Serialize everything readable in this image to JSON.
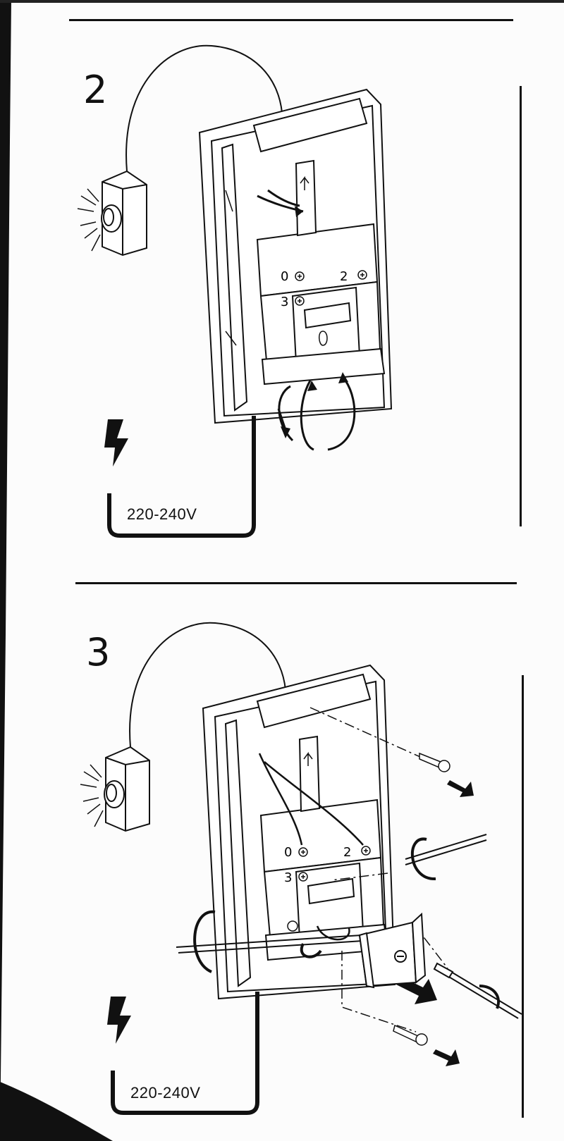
{
  "steps": [
    {
      "number": "2",
      "voltage": "220-240V",
      "terminals": {
        "t0": "0",
        "t2": "2",
        "t3": "3"
      }
    },
    {
      "number": "3",
      "voltage": "220-240V",
      "terminals": {
        "t0": "0",
        "t2": "2",
        "t3": "3"
      }
    }
  ]
}
